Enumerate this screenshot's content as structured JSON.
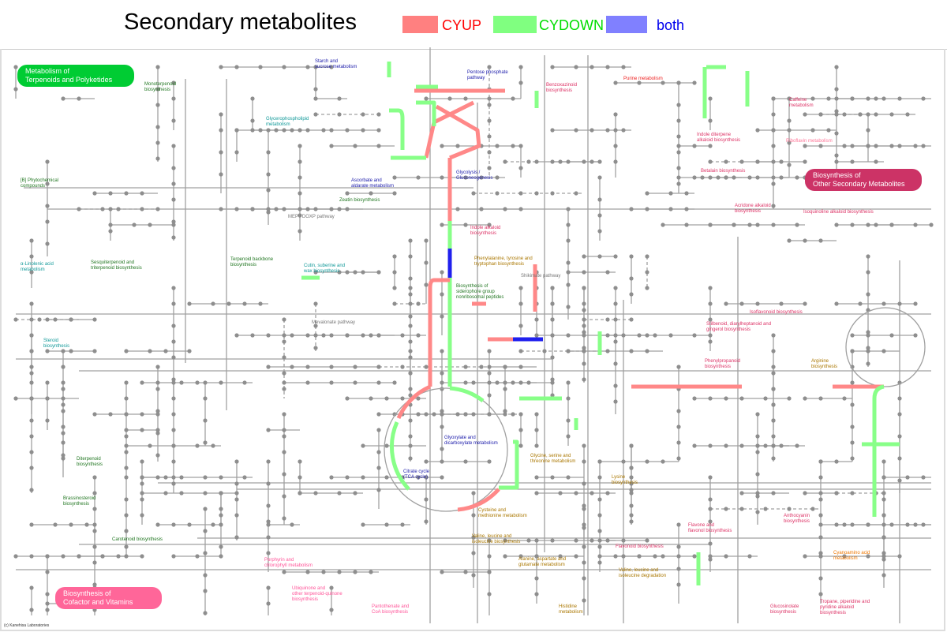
{
  "legend": {
    "title": "Secondary metabolites",
    "items": [
      {
        "label": "CYUP",
        "color": "#ff8080",
        "text_color": "#ff0000"
      },
      {
        "label": "CYDOWN",
        "color": "#80ff80",
        "text_color": "#00dd00"
      },
      {
        "label": "both",
        "color": "#8080ff",
        "text_color": "#0000ee"
      }
    ]
  },
  "colors": {
    "up": "#ff8888",
    "down": "#88ff88",
    "both": "#2020ee",
    "line": "#a0a0a0",
    "node": "#8e8e8e"
  },
  "categories": [
    {
      "label": "Metabolism of\nTerpenoids and Polyketides",
      "color": "#00cc33"
    },
    {
      "label": "Biosynthesis of\nOther Secondary Metabolites",
      "color": "#cc3366"
    },
    {
      "label": "Biosynthesis of\nCofactor and Vitamins",
      "color": "#ff6699"
    }
  ],
  "pathways": [
    "Monoterpenoid\nbiosynthesis",
    "Starch and\nsucrose metabolism",
    "Pentose phosphate\npathway",
    "Glycerophospholipid\nmetabolism",
    "[B] Phytochemical\ncompounds",
    "Ascorbate and\naldarate metabolism",
    "Zeatin biosynthesis",
    "MEP / DOXP pathway",
    "Glycolysis /\nGluconeogenesis",
    "Indole alkaloid\nbiosynthesis",
    "α-Linolenic acid\nmetabolism",
    "Sesquiterpenoid and\ntriterpenoid biosynthesis",
    "Terpenoid backbone\nbiosynthesis",
    "Cutin, suberine and\nwax biosynthesis",
    "Phenylalanine, tyrosine and\ntryptophan biosynthesis",
    "Shikimate pathway",
    "Biosynthesis of\nsiderophore group\nnonribosomal peptides",
    "Mevalonate pathway",
    "Steroid\nbiosynthesis",
    "Benzoxazinoid\nbiosynthesis",
    "Purine metabolism",
    "Caffeine\nmetabolism",
    "Indole diterpene\nalkaloid biosynthesis",
    "Riboflavin metabolism",
    "Betalain biosynthesis",
    "Acridone alkaloid\nbiosynthesis",
    "Isoquinoline alkaloid biosynthesis",
    "Isoflavonoid biosynthesis",
    "Stilbenoid, diarylheptanoid and\ngingerol biosynthesis",
    "Arginine\nbiosynthesis",
    "Phenylpropanoid\nbiosynthesis",
    "Diterpenoid\nbiosynthesis",
    "Brassinosteroid\nbiosynthesis",
    "Carotenoid biosynthesis",
    "Glyoxylate and\ndicarboxylate metabolism",
    "Citrate cycle\n(TCA cycle)",
    "Glycine, serine and\nthreonine metabolism",
    "Lysine\nbiosynthesis",
    "Cysteine and\nmethionine metabolism",
    "Valine, leucine and\nisoleucine biosynthesis",
    "Porphyrin and\nchlorophyll metabolism",
    "Ubiquinone and\nother terpenoid-quinone\nbiosynthesis",
    "Pantothenate and\nCoA biosynthesis",
    "Alanine, aspartate and\nglutamate metabolism",
    "Valine, leucine and\nisoleucine degradation",
    "Flavonoid biosynthesis",
    "Flavone and\nflavonol biosynthesis",
    "Anthocyanin\nbiosynthesis",
    "Cyanoamino acid\nmetabolism",
    "Histidine\nmetabolism",
    "Glucosinolate\nbiosynthesis",
    "Tropane, piperidine and\npyridine alkaloid\nbiosynthesis"
  ],
  "footer": {
    "copyright": "(c) Kanehisa Laboratories"
  }
}
